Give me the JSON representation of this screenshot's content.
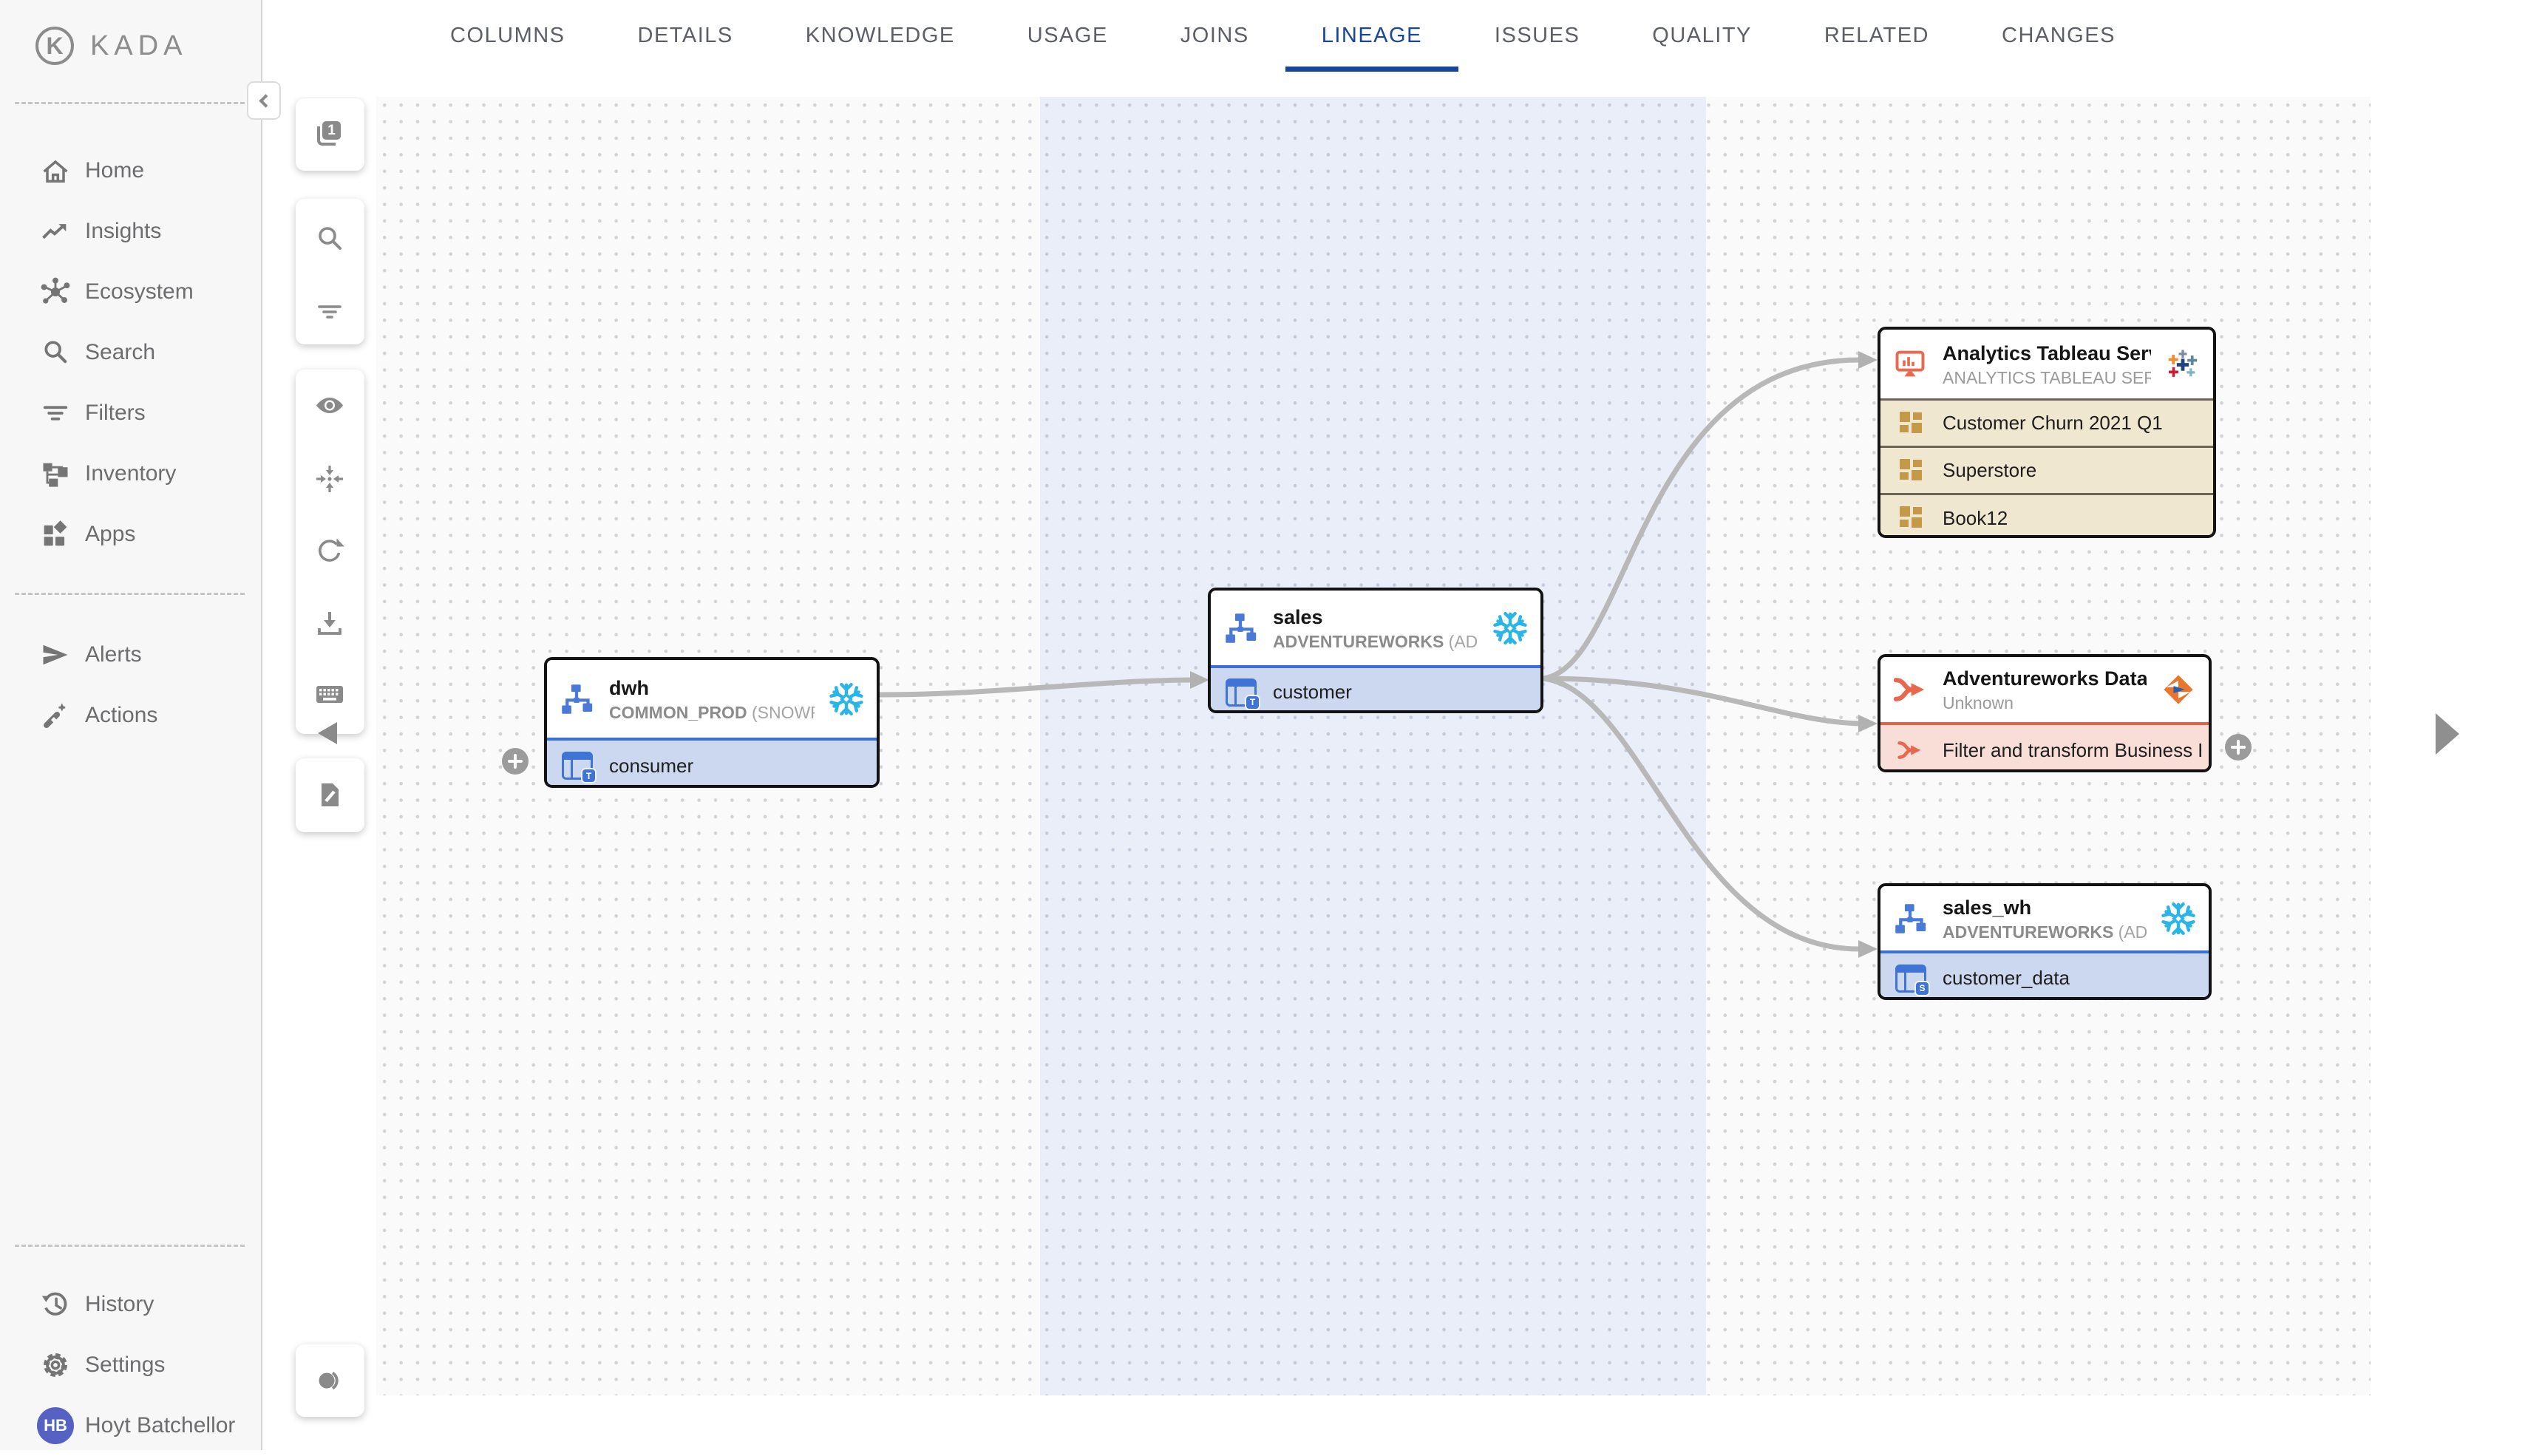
{
  "brand": {
    "logo_letter": "K",
    "name": "KADA"
  },
  "tabs": {
    "items": [
      "COLUMNS",
      "DETAILS",
      "KNOWLEDGE",
      "USAGE",
      "JOINS",
      "LINEAGE",
      "ISSUES",
      "QUALITY",
      "RELATED",
      "CHANGES"
    ],
    "active": "LINEAGE"
  },
  "sidebar": {
    "primary": [
      {
        "label": "Home",
        "icon": "home-icon"
      },
      {
        "label": "Insights",
        "icon": "trending-up-icon"
      },
      {
        "label": "Ecosystem",
        "icon": "hub-icon"
      },
      {
        "label": "Search",
        "icon": "search-icon"
      },
      {
        "label": "Filters",
        "icon": "filter-list-icon"
      },
      {
        "label": "Inventory",
        "icon": "account-tree-icon"
      },
      {
        "label": "Apps",
        "icon": "apps-icon"
      }
    ],
    "secondary": [
      {
        "label": "Alerts",
        "icon": "send-icon"
      },
      {
        "label": "Actions",
        "icon": "magic-wand-icon"
      }
    ],
    "footer": [
      {
        "label": "History",
        "icon": "history-icon"
      },
      {
        "label": "Settings",
        "icon": "gear-icon"
      }
    ],
    "user": {
      "initials": "HB",
      "name": "Hoyt Batchellor"
    }
  },
  "toolbar": {
    "page_badge": "1"
  },
  "nodes": {
    "dwh": {
      "title": "dwh",
      "db": "COMMON_PROD",
      "src": "(SNOWFLAK…",
      "platform": "snowflake",
      "rows": [
        {
          "label": "consumer",
          "badge": "T"
        }
      ]
    },
    "sales": {
      "title": "sales",
      "db": "ADVENTUREWORKS",
      "src": "(ADVENT…",
      "platform": "snowflake",
      "rows": [
        {
          "label": "customer",
          "badge": "T"
        }
      ]
    },
    "tableau": {
      "title": "Analytics Tableau Server",
      "subtitle": "ANALYTICS TABLEAU SERVER",
      "platform": "tableau",
      "rows": [
        {
          "label": "Customer Churn 2021 Q1"
        },
        {
          "label": "Superstore"
        },
        {
          "label": "Book12"
        }
      ]
    },
    "informatica": {
      "title": "Adventureworks Data Cleansi…",
      "subtitle": "Unknown",
      "platform": "informatica",
      "rows": [
        {
          "label": "Filter and transform Business Entiti…"
        }
      ]
    },
    "sales_wh": {
      "title": "sales_wh",
      "db": "ADVENTUREWORKS",
      "src": "(ADVENT…",
      "platform": "snowflake",
      "rows": [
        {
          "label": "customer_data",
          "badge": "S"
        }
      ]
    }
  },
  "colors": {
    "active_tab": "#17469e",
    "row_blue": "#ccd8f0",
    "row_tan": "#f0e7d1",
    "row_red": "#f8ded7",
    "divider_blue": "#3a6fd8",
    "divider_red": "#e4604b",
    "snowflake": "#29b5e8",
    "edge": "#b8b8b8",
    "avatar": "#5661c4"
  }
}
